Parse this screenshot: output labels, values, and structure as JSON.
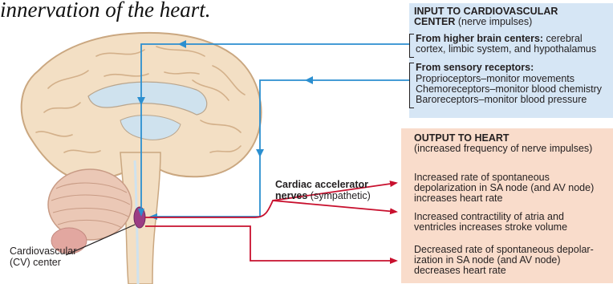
{
  "heading": "innervation of the heart.",
  "input_panel": {
    "title_line1": "INPUT TO CARDIOVASCULAR",
    "title_line2": "CENTER",
    "title_suffix": " (nerve impulses)",
    "higher_centers_label": "From higher brain centers:",
    "higher_centers_text1": " cerebral",
    "higher_centers_text2": "cortex, limbic system, and hypothalamus",
    "sensory_label": "From sensory receptors:",
    "sensory_items": [
      "Proprioceptors–monitor movements",
      "Chemoreceptors–monitor blood chemistry",
      "Baroreceptors–monitor blood pressure"
    ]
  },
  "output_panel": {
    "title": "OUTPUT TO HEART",
    "subtitle": "(increased frequency of nerve impulses)",
    "effects": [
      [
        "Increased rate of spontaneous",
        "depolarization in SA node (and AV node)",
        "increases heart rate"
      ],
      [
        "Increased contractility of atria and",
        "ventricles increases stroke volume"
      ],
      [
        "Decreased rate of spontaneous depolar-",
        "ization in SA node (and AV node)",
        "decreases heart rate"
      ]
    ]
  },
  "nerve_label": {
    "bold_line1": "Cardiac accelerator",
    "bold_line2": "nerves",
    "suffix": " (sympathetic)"
  },
  "cv_center_label": {
    "line1": "Cardiovascular",
    "line2": "(CV) center"
  },
  "colors": {
    "input_arrow": "#2b8fd0",
    "output_arrow": "#c8102e",
    "input_panel_bg": "#d6e6f5",
    "output_panel_bg": "#f9dccb",
    "cv_center": "#9b3d84"
  }
}
